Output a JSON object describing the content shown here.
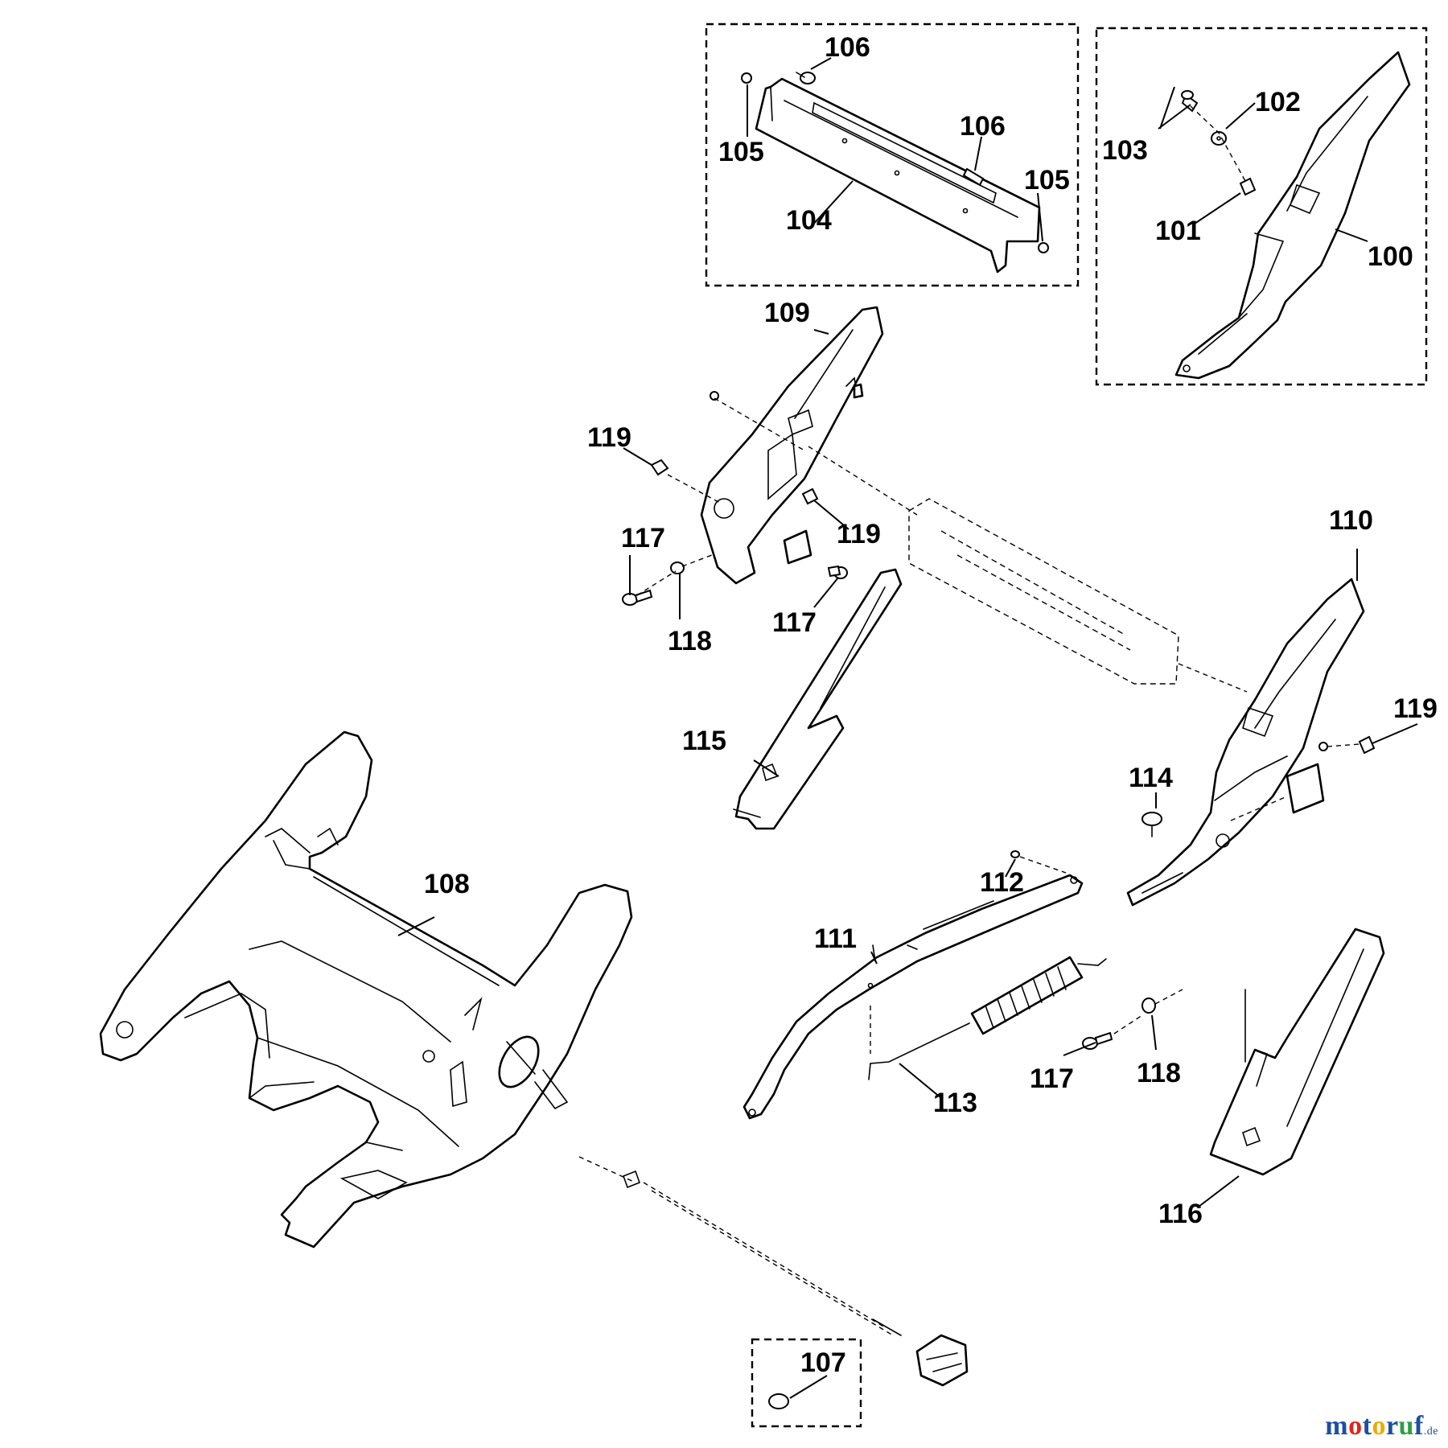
{
  "diagram": {
    "labels": {
      "p100": "100",
      "p101": "101",
      "p102": "102",
      "p103": "103",
      "p104": "104",
      "p105a": "105",
      "p105b": "105",
      "p106a": "106",
      "p106b": "106",
      "p107": "107",
      "p108": "108",
      "p109": "109",
      "p110": "110",
      "p111": "111",
      "p112": "112",
      "p113": "113",
      "p114": "114",
      "p115": "115",
      "p116": "116",
      "p117a": "117",
      "p117b": "117",
      "p117c": "117",
      "p118a": "118",
      "p118b": "118",
      "p119a": "119",
      "p119b": "119",
      "p119c": "119"
    }
  },
  "watermark": {
    "m": "m",
    "o1": "o",
    "t": "t",
    "o2": "o",
    "r": "r",
    "u": "u",
    "f": "f",
    "suffix": ".de",
    "colors": {
      "m": "#1d4fa3",
      "o1": "#e2231a",
      "t": "#1d4fa3",
      "o2": "#f2a900",
      "r": "#1d4fa3",
      "u": "#2f9e44",
      "f": "#1d4fa3"
    }
  }
}
